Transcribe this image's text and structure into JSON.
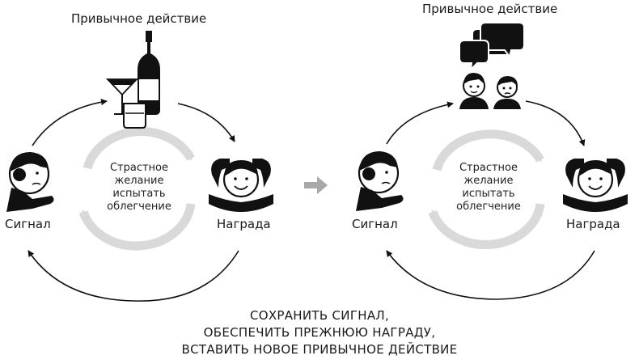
{
  "left_loop": {
    "routine_label": "Привычное действие",
    "cue_label": "Сигнал",
    "reward_label": "Награда",
    "craving_lines": [
      "Страстное",
      "желание",
      "испытать",
      "облегчение"
    ],
    "routine_icon": "alcohol-bottle-and-glasses-icon"
  },
  "right_loop": {
    "routine_label": "Привычное действие",
    "cue_label": "Сигнал",
    "reward_label": "Награда",
    "craving_lines": [
      "Страстное",
      "желание",
      "испытать",
      "облегчение"
    ],
    "routine_icon": "two-people-talking-icon"
  },
  "caption_lines": [
    "СОХРАНИТЬ СИГНАЛ,",
    "ОБЕСПЕЧИТЬ ПРЕЖНЮЮ НАГРАДУ,",
    "ВСТАВИТЬ НОВОЕ ПРИВЫЧНОЕ ДЕЙСТВИЕ"
  ],
  "colors": {
    "ink": "#111111",
    "ring": "#d9d9d9",
    "transition_arrow": "#a8a8a8"
  }
}
